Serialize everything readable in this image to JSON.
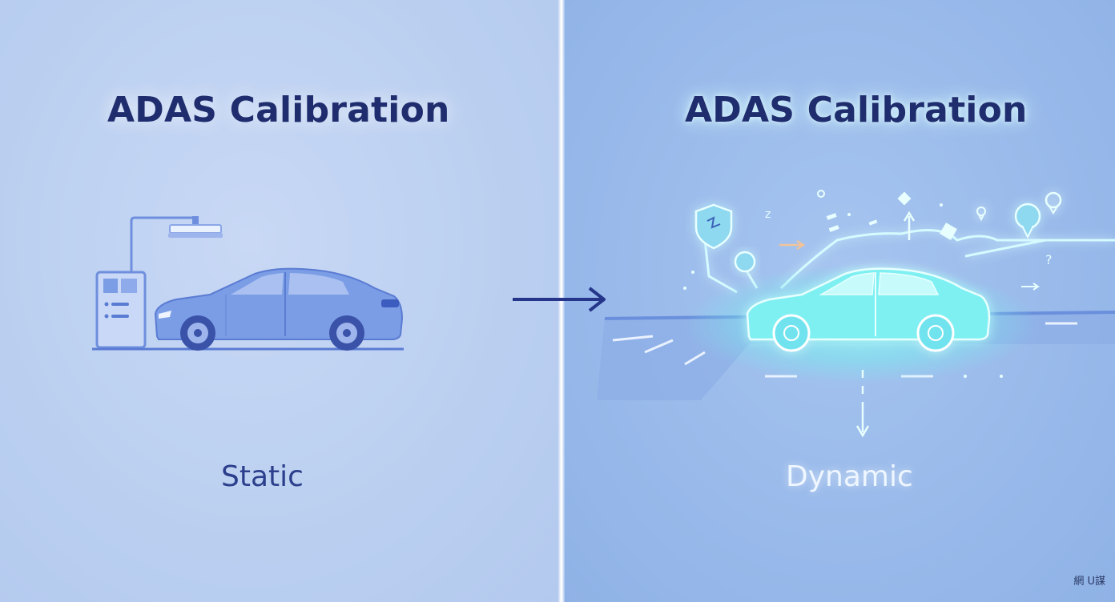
{
  "left_panel": {
    "title": "ADAS Calibration",
    "label": "Static"
  },
  "right_panel": {
    "title": "ADAS Calibration",
    "label": "Dynamic"
  },
  "watermark": "網 U謀",
  "colors": {
    "title_text": "#1f2d6e",
    "static_label": "#2c3f8c",
    "dynamic_label": "#eef6ff",
    "car_static": "#7b9de6",
    "car_dynamic_glow": "#7ff0f2",
    "arrow": "#24358a",
    "left_background": "#bdd0f0",
    "right_background": "#9cbcec"
  },
  "icons": [
    "calibration-station-icon",
    "static-car-icon",
    "transition-arrow-icon",
    "glowing-car-icon",
    "shield-icon",
    "location-pin-icon",
    "sensor-node-icon"
  ]
}
